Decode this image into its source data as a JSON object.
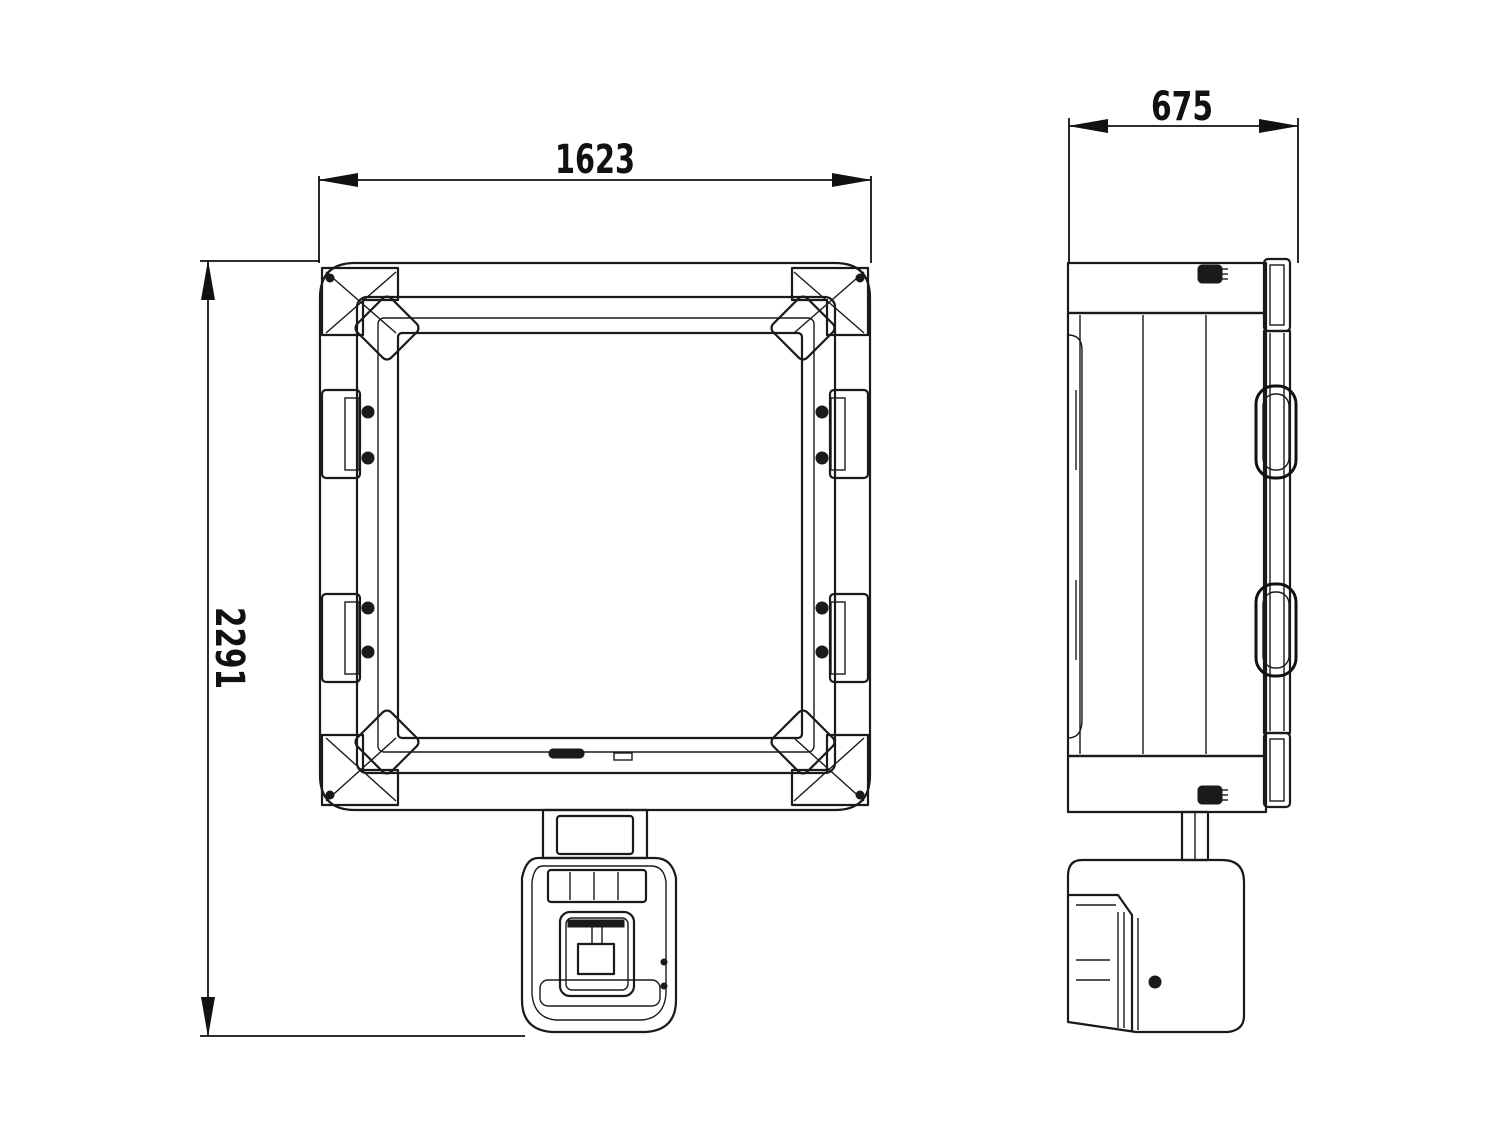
{
  "dimensions": {
    "front_width": "1623",
    "front_height": "2291",
    "side_depth": "675"
  }
}
